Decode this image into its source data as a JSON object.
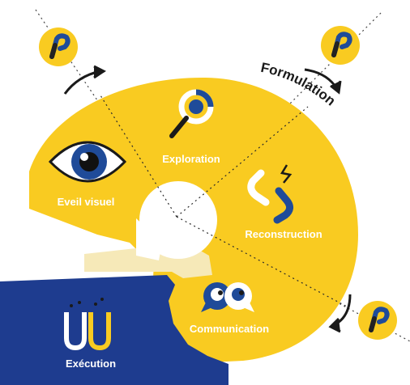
{
  "colors": {
    "yellow": "#F9CB21",
    "blue": "#1F4B99",
    "navy": "#1E3C8F",
    "dark": "#222222",
    "cream": "#F6E9B8",
    "white": "#FFFFFF"
  },
  "stages": [
    {
      "label": "Eveil visuel",
      "icon": "eye-icon"
    },
    {
      "label": "Exploration",
      "icon": "magnifier-icon"
    },
    {
      "label": "Reconstruction",
      "icon": "broken-link-icon"
    },
    {
      "label": "Communication",
      "icon": "speech-bubbles-icon"
    },
    {
      "label": "Exécution",
      "icon": "uu-icon"
    }
  ],
  "arc_label": "Formulation",
  "badges": [
    "p-logo-icon",
    "p-logo-icon",
    "p-logo-icon"
  ]
}
